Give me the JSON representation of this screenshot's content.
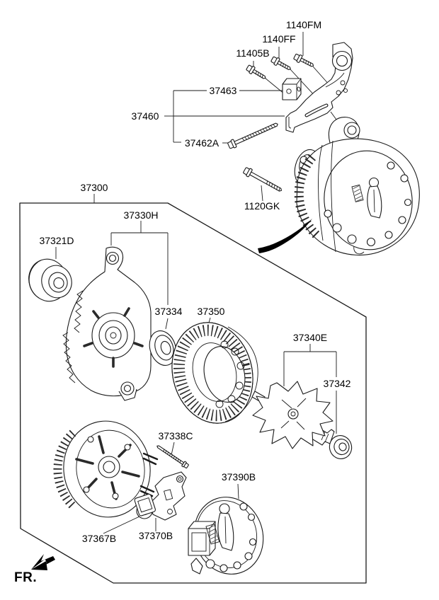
{
  "diagram": {
    "type": "exploded-parts-diagram",
    "subject": "Alternator assembly",
    "background_color": "#ffffff",
    "line_color": "#1a1a1a",
    "front_marker": "FR."
  },
  "callouts": [
    {
      "id": "1140FM",
      "label": "1140FM"
    },
    {
      "id": "1140FF",
      "label": "1140FF"
    },
    {
      "id": "11405B",
      "label": "11405B"
    },
    {
      "id": "37463",
      "label": "37463"
    },
    {
      "id": "37460",
      "label": "37460"
    },
    {
      "id": "37462A",
      "label": "37462A"
    },
    {
      "id": "1120GK",
      "label": "1120GK"
    },
    {
      "id": "37300",
      "label": "37300"
    },
    {
      "id": "37330H",
      "label": "37330H"
    },
    {
      "id": "37321D",
      "label": "37321D"
    },
    {
      "id": "37334",
      "label": "37334"
    },
    {
      "id": "37350",
      "label": "37350"
    },
    {
      "id": "37340E",
      "label": "37340E"
    },
    {
      "id": "37342",
      "label": "37342"
    },
    {
      "id": "37338C",
      "label": "37338C"
    },
    {
      "id": "37390B",
      "label": "37390B"
    },
    {
      "id": "37367B",
      "label": "37367B"
    },
    {
      "id": "37370B",
      "label": "37370B"
    }
  ]
}
